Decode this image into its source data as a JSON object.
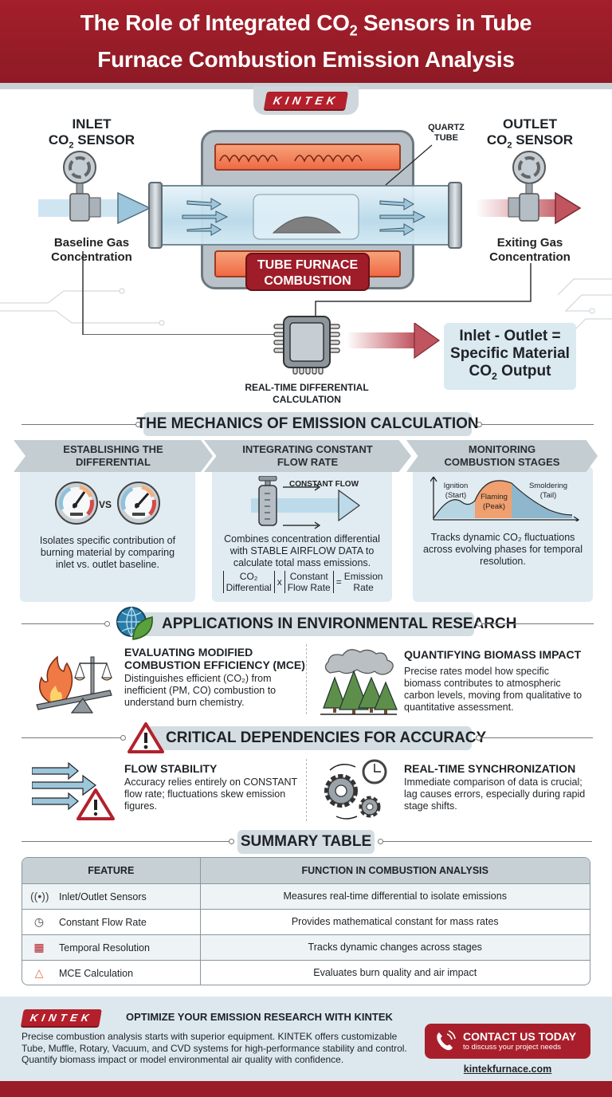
{
  "header": {
    "title_line1_pre": "The Role of Integrated CO",
    "title_sub": "2",
    "title_line1_post": " Sensors in Tube",
    "title_line2": "Furnace Combustion Emission Analysis",
    "brand": "KINTEK"
  },
  "diagram": {
    "inlet": {
      "title1": "INLET",
      "title2_pre": "CO",
      "title2_sub": "2",
      "title2_post": " SENSOR",
      "caption1": "Baseline Gas",
      "caption2": "Concentration"
    },
    "outlet": {
      "title1": "OUTLET",
      "title2_pre": "CO",
      "title2_sub": "2",
      "title2_post": " SENSOR",
      "caption1": "Exiting Gas",
      "caption2": "Concentration"
    },
    "quartz_label1": "QUARTZ",
    "quartz_label2": "TUBE",
    "furnace_label1": "TUBE FURNACE",
    "furnace_label2": "COMBUSTION",
    "chip_label1": "REAL-TIME DIFFERENTIAL",
    "chip_label2": "CALCULATION",
    "result_line1": "Inlet - Outlet =",
    "result_line2": "Specific Material",
    "result_line3_pre": "CO",
    "result_line3_sub": "2",
    "result_line3_post": " Output"
  },
  "mechanics": {
    "title": "THE MECHANICS OF EMISSION CALCULATION",
    "columns": [
      {
        "head1": "ESTABLISHING THE",
        "head2": "DIFFERENTIAL",
        "vs": "VS",
        "text": "Isolates specific contribution of burning material by comparing inlet vs. outlet baseline."
      },
      {
        "head1": "INTEGRATING CONSTANT",
        "head2": "FLOW RATE",
        "flow_label": "CONSTANT FLOW",
        "text": "Combines concentration differential with STABLE AIRFLOW DATA to calculate total mass emissions.",
        "formula": {
          "a1": "CO₂",
          "a2": "Differential",
          "op": "x",
          "b1": "Constant",
          "b2": "Flow Rate",
          "eq": "=",
          "c1": "Emission",
          "c2": "Rate"
        }
      },
      {
        "head1": "MONITORING",
        "head2": "COMBUSTION STAGES",
        "chart_labels": {
          "ignition1": "Ignition",
          "ignition2": "(Start)",
          "flaming1": "Flaming",
          "flaming2": "(Peak)",
          "smolder1": "Smoldering",
          "smolder2": "(Tail)"
        },
        "text": "Tracks dynamic CO₂ fluctuations across evolving phases for temporal resolution."
      }
    ]
  },
  "applications": {
    "title": "APPLICATIONS IN ENVIRONMENTAL RESEARCH",
    "items": [
      {
        "title1": "EVALUATING MODIFIED",
        "title2": "COMBUSTION EFFICIENCY (MCE)",
        "text": "Distinguishes efficient (CO₂) from inefficient (PM, CO) combustion to understand burn chemistry."
      },
      {
        "title1": "QUANTIFYING BIOMASS IMPACT",
        "text": "Precise rates model how specific biomass contributes to atmospheric carbon levels, moving from qualitative to quantitative assessment."
      }
    ]
  },
  "dependencies": {
    "title": "CRITICAL DEPENDENCIES FOR ACCURACY",
    "items": [
      {
        "title": "FLOW STABILITY",
        "text": "Accuracy relies entirely on CONSTANT flow rate; fluctuations skew emission figures."
      },
      {
        "title": "REAL-TIME SYNCHRONIZATION",
        "text": "Immediate comparison of data is crucial; lag causes errors, especially during rapid stage shifts."
      }
    ]
  },
  "summary": {
    "title": "SUMMARY TABLE",
    "headers": [
      "FEATURE",
      "FUNCTION IN COMBUSTION ANALYSIS"
    ],
    "rows": [
      {
        "icon": "((•))",
        "feature": "Inlet/Outlet Sensors",
        "function": "Measures real-time differential to isolate emissions"
      },
      {
        "icon": "◷",
        "feature": "Constant Flow Rate",
        "function": "Provides mathematical constant for mass rates"
      },
      {
        "icon": "▦",
        "feature": "Temporal Resolution",
        "function": "Tracks dynamic changes across stages"
      },
      {
        "icon": "△",
        "feature": "MCE Calculation",
        "function": "Evaluates burn quality and air impact"
      }
    ]
  },
  "footer": {
    "brand": "KINTEK",
    "headline": "OPTIMIZE YOUR EMISSION RESEARCH WITH KINTEK",
    "text": "Precise combustion analysis starts with superior equipment. KINTEK offers customizable Tube, Muffle, Rotary, Vacuum, and CVD systems for high-performance stability and control. Quantify biomass impact or model environmental air quality with confidence.",
    "cta_title": "CONTACT US TODAY",
    "cta_sub": "to discuss your project needs",
    "website": "kintekfurnace.com"
  },
  "colors": {
    "brand_red": "#a31f2b",
    "panel_blue": "#e0ecf2",
    "heading_gray": "#d3dde2"
  }
}
